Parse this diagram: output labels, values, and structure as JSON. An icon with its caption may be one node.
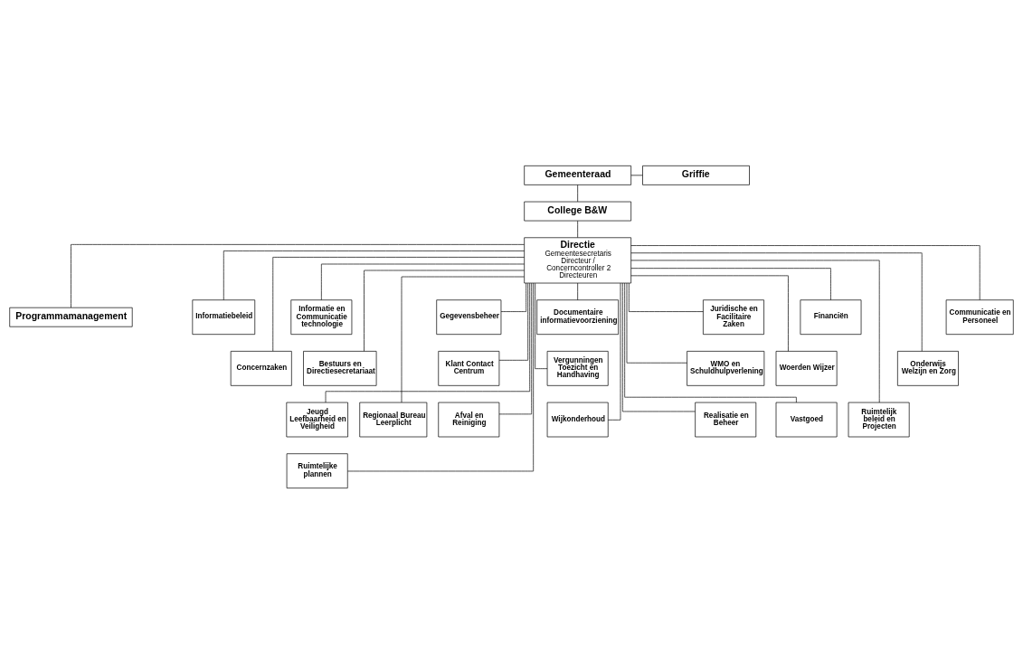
{
  "diagram": {
    "nodes": [
      {
        "text": [
          "Gemeenteraad"
        ]
      },
      {
        "text": [
          "Griffie"
        ]
      },
      {
        "text": [
          "College B&W"
        ]
      },
      {
        "text": [
          "Directie",
          "Gemeentesecretaris Directeur / Concerncontroller 2 Directeuren"
        ]
      },
      {
        "text": [
          "Programmamanagement"
        ]
      },
      {
        "text": [
          "Informatiebeleid"
        ]
      },
      {
        "text": [
          "Informatie en Communicatie technologie"
        ]
      },
      {
        "text": [
          "Gegevensbeheer"
        ]
      },
      {
        "text": [
          "Documentaire informatievoorziening"
        ]
      },
      {
        "text": [
          "Juridische en Facilitaire Zaken"
        ]
      },
      {
        "text": [
          "Financiën"
        ]
      },
      {
        "text": [
          "Communicatie en Personeel"
        ]
      },
      {
        "text": [
          "Concernzaken"
        ]
      },
      {
        "text": [
          "Bestuurs en Directiesecretariaat"
        ]
      },
      {
        "text": [
          "Klant Contact Centrum"
        ]
      },
      {
        "text": [
          "Vergunningen Toezicht en Handhaving"
        ]
      },
      {
        "text": [
          "WMO en Schuldhulpverlening"
        ]
      },
      {
        "text": [
          "Woerden Wijzer"
        ]
      },
      {
        "text": [
          "Onderwijs Welzijn en Zorg"
        ]
      },
      {
        "text": [
          "Jeugd Leefbaarheid en Veiligheid"
        ]
      },
      {
        "text": [
          "Regionaal Bureau Leerplicht"
        ]
      },
      {
        "text": [
          "Afval en Reiniging"
        ]
      },
      {
        "text": [
          "Wijkonderhoud"
        ]
      },
      {
        "text": [
          "Realisatie en Beheer"
        ]
      },
      {
        "text": [
          "Vastgoed"
        ]
      },
      {
        "text": [
          "Ruimtelijk beleid en Projecten"
        ]
      },
      {
        "text": [
          "Ruimtelijke plannen"
        ]
      }
    ],
    "edges": [
      {
        "from": 0,
        "to": 1,
        "arrow": "none"
      },
      {
        "from": 0,
        "to": 2,
        "arrow": "none"
      },
      {
        "from": 2,
        "to": 3,
        "arrow": "none"
      },
      {
        "from": 3,
        "to": 4,
        "arrow": "none"
      },
      {
        "from": 3,
        "to": 5,
        "arrow": "none"
      },
      {
        "from": 3,
        "to": 6,
        "arrow": "none"
      },
      {
        "from": 3,
        "to": 7,
        "arrow": "none"
      },
      {
        "from": 3,
        "to": 8,
        "arrow": "none"
      },
      {
        "from": 3,
        "to": 9,
        "arrow": "none"
      },
      {
        "from": 3,
        "to": 10,
        "arrow": "none"
      },
      {
        "from": 3,
        "to": 11,
        "arrow": "none"
      },
      {
        "from": 3,
        "to": 12,
        "arrow": "none"
      },
      {
        "from": 3,
        "to": 13,
        "arrow": "none"
      },
      {
        "from": 3,
        "to": 14,
        "arrow": "none"
      },
      {
        "from": 3,
        "to": 15,
        "arrow": "none"
      },
      {
        "from": 3,
        "to": 16,
        "arrow": "none"
      },
      {
        "from": 3,
        "to": 17,
        "arrow": "none"
      },
      {
        "from": 3,
        "to": 18,
        "arrow": "none"
      },
      {
        "from": 3,
        "to": 19,
        "arrow": "none"
      },
      {
        "from": 3,
        "to": 20,
        "arrow": "none"
      },
      {
        "from": 3,
        "to": 21,
        "arrow": "none"
      },
      {
        "from": 3,
        "to": 22,
        "arrow": "none"
      },
      {
        "from": 3,
        "to": 23,
        "arrow": "none"
      },
      {
        "from": 3,
        "to": 24,
        "arrow": "none"
      },
      {
        "from": 3,
        "to": 25,
        "arrow": "none"
      },
      {
        "from": 3,
        "to": 26,
        "arrow": "none"
      }
    ]
  }
}
